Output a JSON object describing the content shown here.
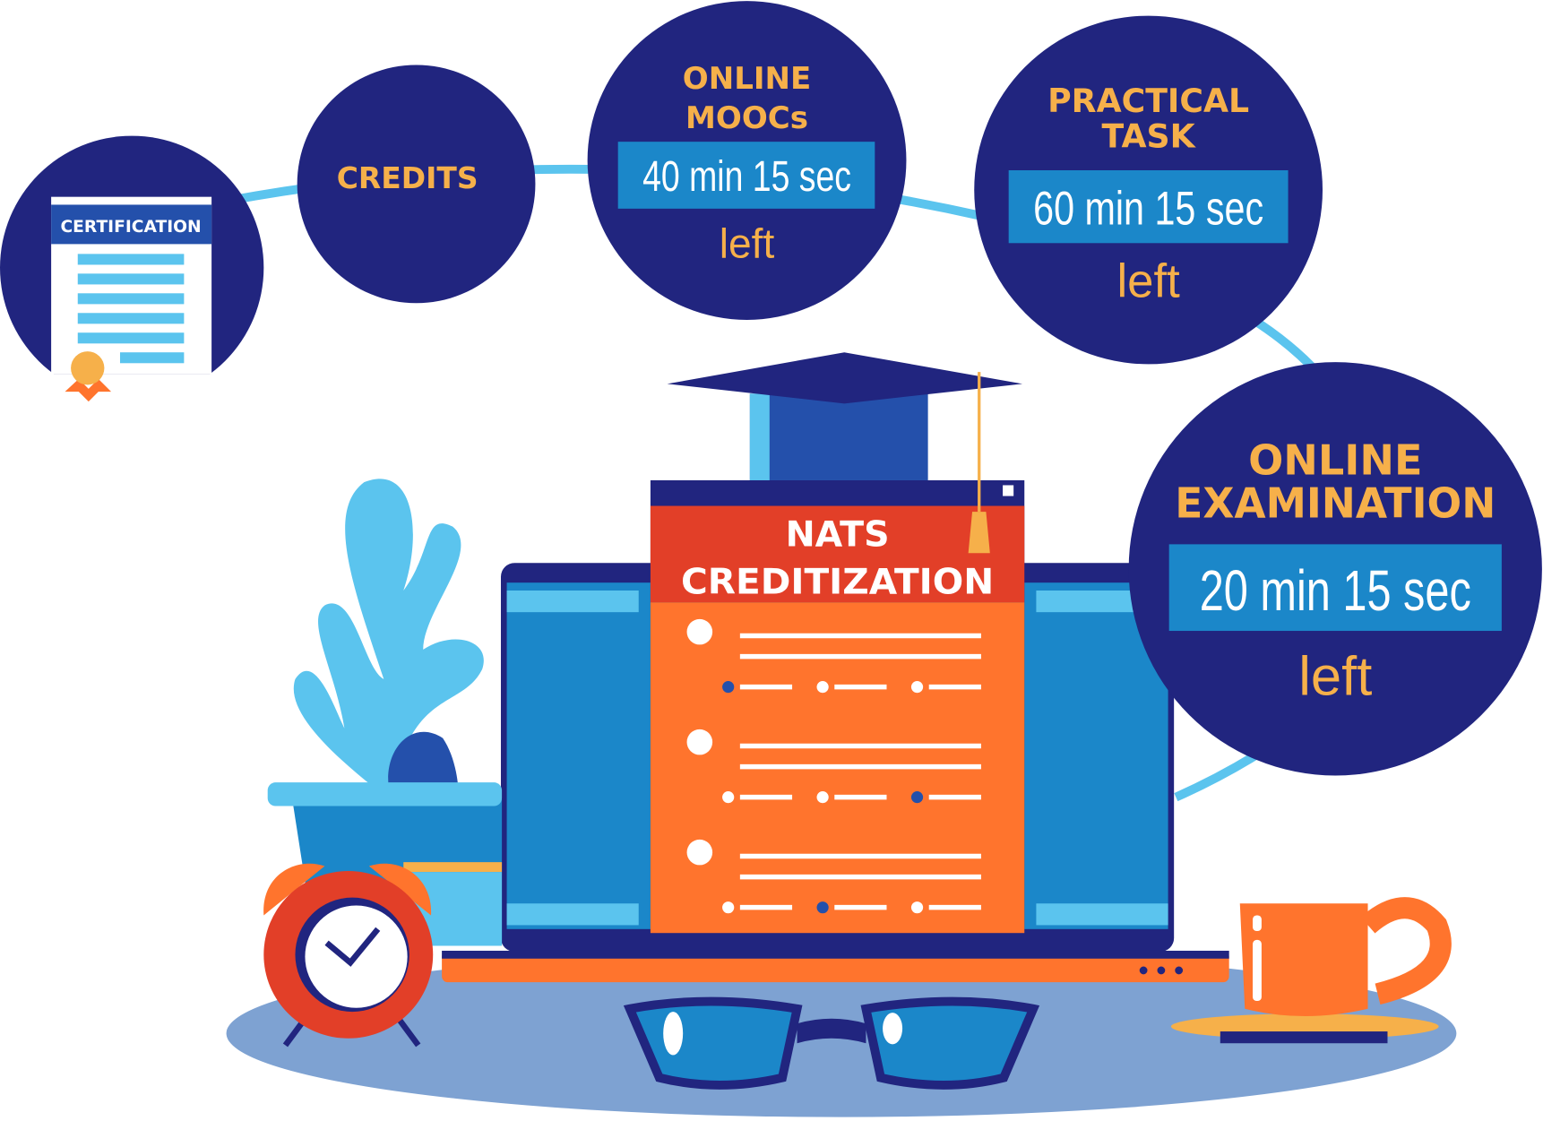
{
  "certification": {
    "label": "CERTIFICATION"
  },
  "credits": {
    "label": "CREDITS"
  },
  "moocs": {
    "title_line1": "ONLINE",
    "title_line2": "MOOCs",
    "time": "40 min 15 sec",
    "suffix": "left"
  },
  "practical": {
    "title_line1": "PRACTICAL",
    "title_line2": "TASK",
    "time": "60 min 15 sec",
    "suffix": "left"
  },
  "exam": {
    "title_line1": "ONLINE",
    "title_line2": "EXAMINATION",
    "time": "20 min 15 sec",
    "suffix": "left"
  },
  "screen": {
    "title_line1": "NATS",
    "title_line2": "CREDITIZATION"
  },
  "colors": {
    "navy": "#21257f",
    "blue": "#1b87c9",
    "light_blue": "#5bc4ee",
    "orange": "#ff742d",
    "red": "#e23f28",
    "gold": "#f6b04a"
  }
}
